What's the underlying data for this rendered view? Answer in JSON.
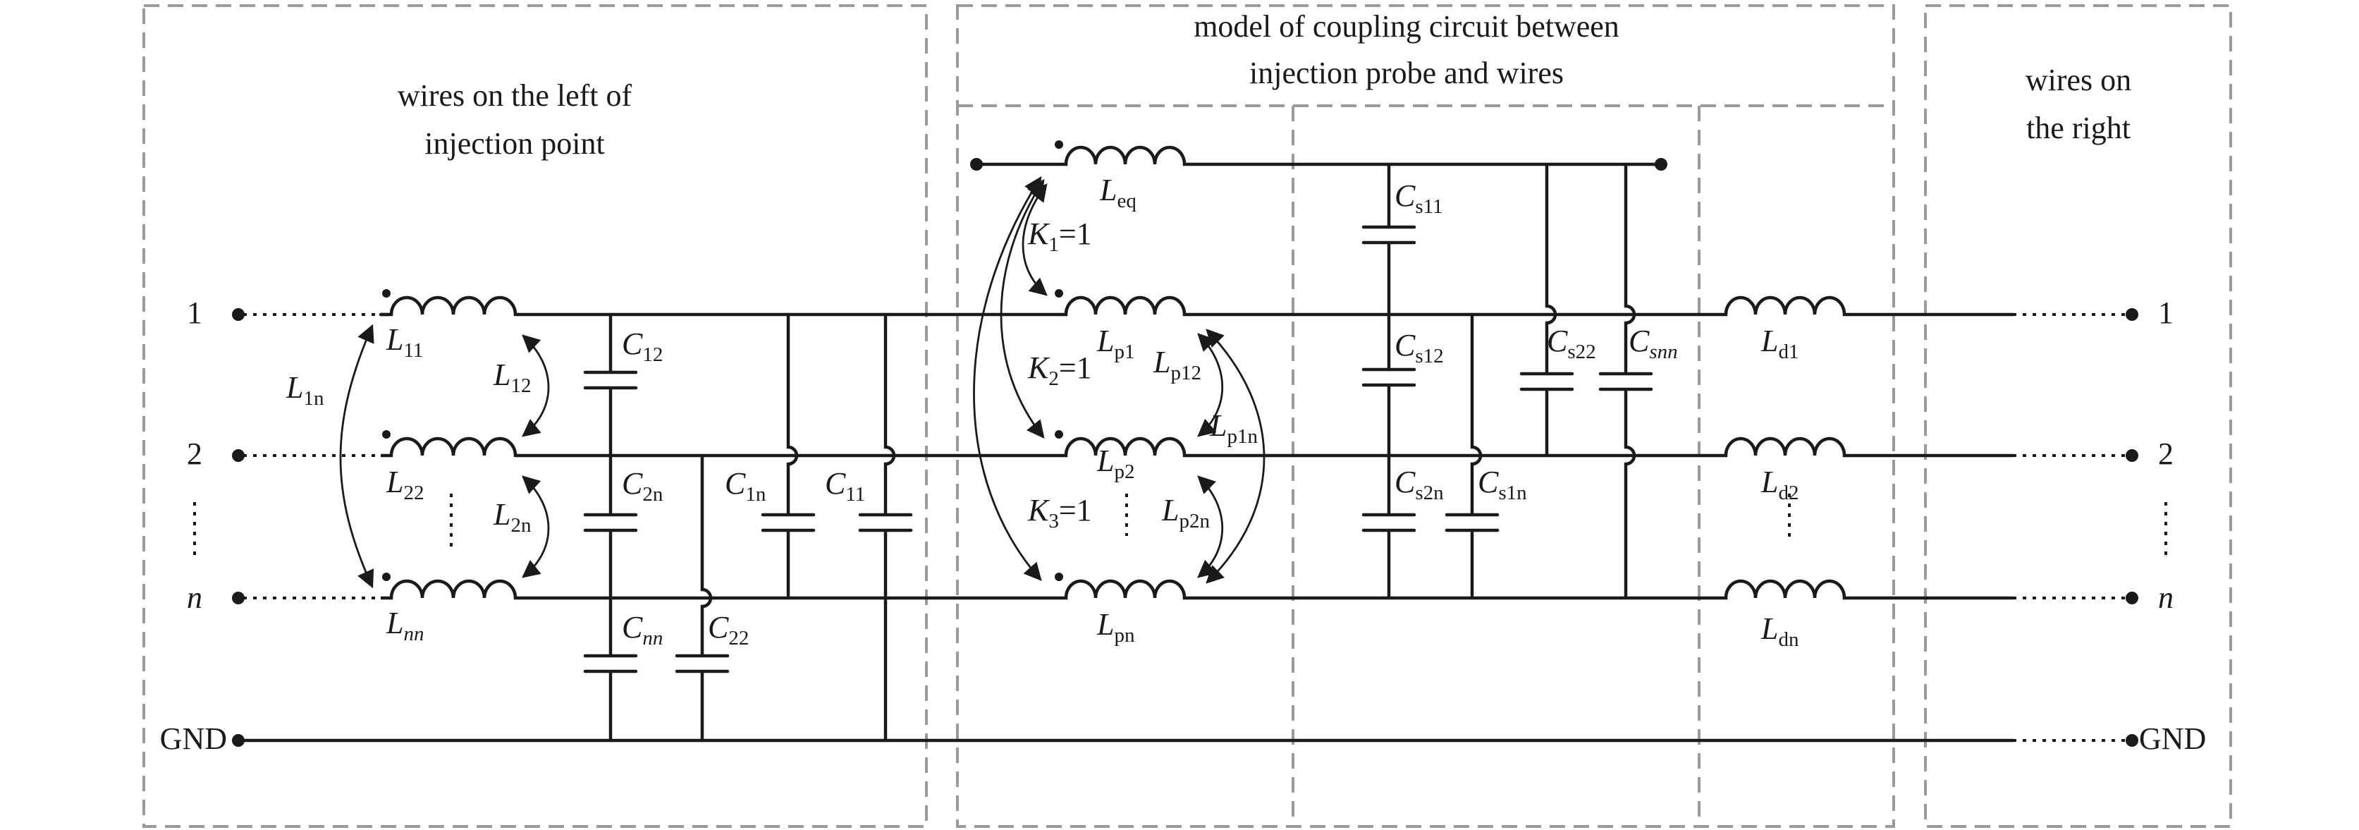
{
  "regions": {
    "left": {
      "line1": "wires on the left of",
      "line2": "injection point"
    },
    "middle": {
      "line1": "model of coupling circuit between",
      "line2": "injection probe and wires"
    },
    "right": {
      "line1": "wires on",
      "line2": "the right"
    }
  },
  "wires": {
    "w1": "1",
    "w2": "2",
    "wn": "n",
    "gnd": "GND"
  },
  "labels": {
    "L11": {
      "main": "L",
      "sub": "11"
    },
    "L22": {
      "main": "L",
      "sub": "22"
    },
    "Lnn": {
      "main": "L",
      "sub": "nn"
    },
    "L12": {
      "main": "L",
      "sub": "12"
    },
    "L2n": {
      "main": "L",
      "sub": "2n"
    },
    "L1n": {
      "main": "L",
      "sub": "1n"
    },
    "C12": {
      "main": "C",
      "sub": "12"
    },
    "C2n": {
      "main": "C",
      "sub": "2n"
    },
    "Cnn": {
      "main": "C",
      "sub": "nn"
    },
    "C22": {
      "main": "C",
      "sub": "22"
    },
    "C1n": {
      "main": "C",
      "sub": "1n"
    },
    "C11": {
      "main": "C",
      "sub": "11"
    },
    "Leq": {
      "main": "L",
      "sub": "eq"
    },
    "K1": {
      "main": "K",
      "sub": "1",
      "tail": "=1"
    },
    "K2": {
      "main": "K",
      "sub": "2",
      "tail": "=1"
    },
    "K3": {
      "main": "K",
      "sub": "3",
      "tail": "=1"
    },
    "Lp1": {
      "main": "L",
      "sub": "p1"
    },
    "Lp2": {
      "main": "L",
      "sub": "p2"
    },
    "Lpn": {
      "main": "L",
      "sub": "pn"
    },
    "Lp12": {
      "main": "L",
      "sub": "p12"
    },
    "Lp2n": {
      "main": "L",
      "sub": "p2n"
    },
    "Lp1n": {
      "main": "L",
      "sub": "p1n"
    },
    "Cs11": {
      "main": "C",
      "sub": "s11"
    },
    "Cs12": {
      "main": "C",
      "sub": "s12"
    },
    "Cs2n": {
      "main": "C",
      "sub": "s2n"
    },
    "Cs1n": {
      "main": "C",
      "sub": "s1n"
    },
    "Cs22": {
      "main": "C",
      "sub": "s22"
    },
    "Csnn": {
      "main": "C",
      "sub": "snn"
    },
    "Ld1": {
      "main": "L",
      "sub": "d1"
    },
    "Ld2": {
      "main": "L",
      "sub": "d2"
    },
    "Ldn": {
      "main": "L",
      "sub": "dn"
    }
  }
}
